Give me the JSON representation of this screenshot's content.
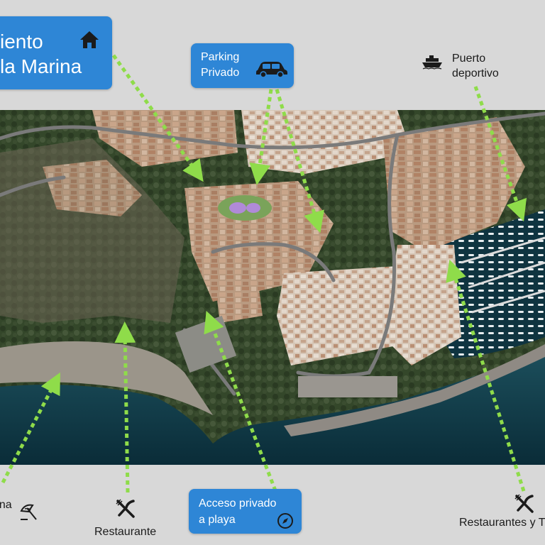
{
  "title_box": {
    "line1": "iento",
    "line2": "la Marina",
    "icon": "home-icon"
  },
  "parking": {
    "line1": "Parking",
    "line2": "Privado",
    "icon": "car-icon"
  },
  "puerto": {
    "line1": "Puerto",
    "line2": "deportivo",
    "icon": "ship-icon"
  },
  "beach": {
    "label": "rina",
    "icon": "beach-umbrella-icon"
  },
  "restaurant_left": {
    "label": "Restaurante",
    "icon": "fork-knife-icon"
  },
  "access": {
    "line1": "Acceso privado",
    "line2": "a playa",
    "icon": "compass-icon"
  },
  "restaurant_right": {
    "label": "Restaurantes y T",
    "icon": "fork-knife-icon"
  },
  "colors": {
    "callout_blue": "#2e86d6",
    "arrow_green": "#8fdc4a",
    "background": "#d8d8d8",
    "sea": "#0f3a48"
  }
}
